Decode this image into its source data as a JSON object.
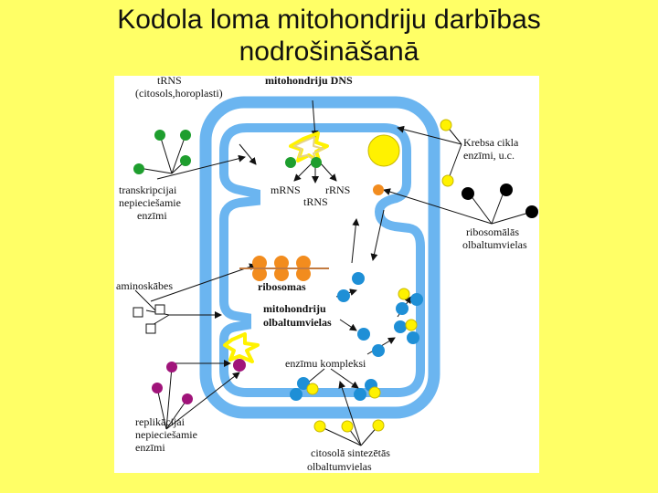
{
  "title": {
    "line1": "Kodola loma mitohondriju darbības",
    "line2": "nodrošināšanā"
  },
  "diagram": {
    "labels": {
      "trns_top": "tRNS",
      "trns_cyto": "(citosols,horoplasti)",
      "mito_dns": "mitohondriju DNS",
      "krebs1": "Krebsa cikla",
      "krebs2": "enzīmi, u.c.",
      "mrns": "mRNS",
      "rrns": "rRNS",
      "trns_mid": "tRNS",
      "transcr1": "transkripcijai",
      "transcr2": "nepieciešamie",
      "transcr3": "enzīmi",
      "ribo1": "ribosomālās",
      "ribo2": "olbaltumvielas",
      "aminoacids": "aminoskābes",
      "ribosomas": "ribosomas",
      "mitoprot1": "mitohondriju",
      "mitoprot2": "olbaltumvielas",
      "complexes": "enzīmu kompleksi",
      "repl1": "replikācijai",
      "repl2": "nepieciešamie",
      "repl3": "enzīmi",
      "cyto1": "citosolā sintezētās",
      "cyto2": "olbaltumvielas"
    },
    "colors": {
      "membrane": "#6BB5F0",
      "green": "#1E9E2E",
      "yellow": "#FFF200",
      "orange": "#F28C1E",
      "blue": "#1E8FD6",
      "black": "#000000",
      "purple": "#A0147A"
    }
  }
}
